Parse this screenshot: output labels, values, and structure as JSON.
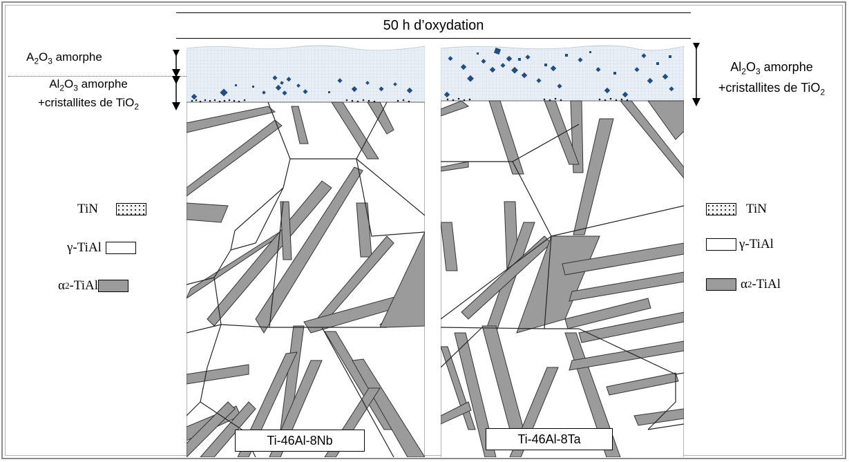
{
  "title": "50 h d’oxydation",
  "left_annotations": {
    "outer_layer": {
      "main": "A",
      "sub1": "2",
      "mid": "O",
      "sub2": "3",
      "tail": " amorphe"
    },
    "inner_layer_line1": {
      "main": "Al",
      "sub1": "2",
      "mid": "O",
      "sub2": "3",
      "tail": " amorphe"
    },
    "inner_layer_line2": {
      "main": "+cristallites de TiO",
      "sub": "2"
    }
  },
  "right_annotation": {
    "line1": {
      "main": "Al",
      "sub1": "2",
      "mid": "O",
      "sub2": "3",
      "tail": " amorphe"
    },
    "line2": {
      "main": "+cristallites de TiO",
      "sub": "2"
    }
  },
  "legend": {
    "tin": "TiN",
    "gamma": "γ-TiAl",
    "alpha_prefix": "α",
    "alpha_sub": "2",
    "alpha_suffix": "-TiAl"
  },
  "samples": {
    "left": "Ti-46Al-8Nb",
    "right": "Ti-46Al-8Ta"
  },
  "colors": {
    "oxide_fill": "#e8eef6",
    "tio2_crystal": "#1f4e86",
    "alpha2": "#9b9b9b",
    "gamma": "#ffffff",
    "tin_dots": "#333333"
  },
  "icons": [
    "double-arrow-icon",
    "legend-swatch"
  ]
}
